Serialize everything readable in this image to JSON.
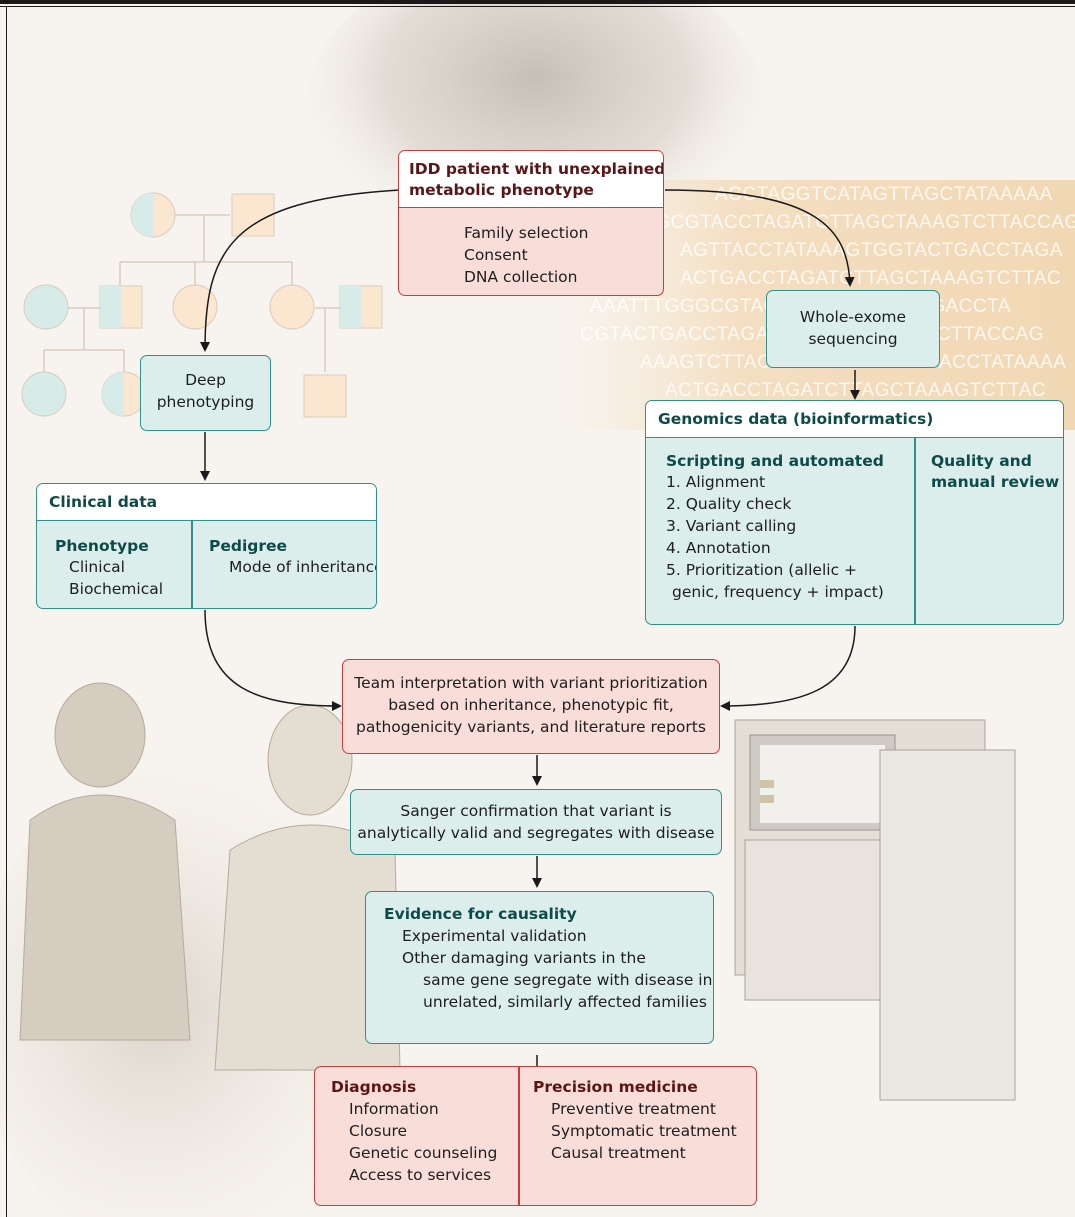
{
  "patient_box": {
    "title_line1": "IDD patient with unexplained",
    "title_line2": "metabolic phenotype",
    "items": [
      "Family selection",
      "Consent",
      "DNA collection"
    ]
  },
  "whole_exome": {
    "line1": "Whole-exome",
    "line2": "sequencing"
  },
  "deep_phenotyping": {
    "line1": "Deep",
    "line2": "phenotyping"
  },
  "genomics": {
    "title": "Genomics data (bioinformatics)",
    "scripting_title": "Scripting and automated",
    "steps": [
      "1. Alignment",
      "2. Quality check",
      "3. Variant calling",
      "4. Annotation",
      "5. Prioritization (allelic +",
      " genic, frequency + impact)"
    ],
    "quality_line1": "Quality and",
    "quality_line2": "manual review"
  },
  "clinical": {
    "title": "Clinical data",
    "phenotype_title": "Phenotype",
    "phenotype_items": [
      "Clinical",
      "Biochemical"
    ],
    "pedigree_title": "Pedigree",
    "pedigree_items": [
      "Mode of inheritance"
    ]
  },
  "team": {
    "line1": "Team interpretation with variant prioritization",
    "line2": "based on inheritance, phenotypic fit,",
    "line3": "pathogenicity variants, and literature reports"
  },
  "sanger": {
    "line1": "Sanger confirmation that variant is",
    "line2": "analytically valid and segregates with disease"
  },
  "evidence": {
    "title": "Evidence for causality",
    "item1": "Experimental validation",
    "item2_line1": "Other damaging variants in the",
    "item2_line2": "same gene segregate with disease in",
    "item2_line3": "unrelated, similarly affected families"
  },
  "diagnosis": {
    "title": "Diagnosis",
    "items": [
      "Information",
      "Closure",
      "Genetic counseling",
      "Access to services"
    ]
  },
  "precision": {
    "title": "Precision medicine",
    "items": [
      "Preventive treatment",
      "Symptomatic treatment",
      "Causal treatment"
    ]
  },
  "dna_background": {
    "rows": [
      "ACCTAGGTCATAGTTAGCTATAAAAA",
      "GGCGTACCTAGATCTTAGCTAAAGTCTTACCAG",
      "AGTTACCTATAAAGTGGTACTGACCTAGA",
      "ACTGACCTAGATCTTAGCTAAAGTCTTAC",
      "AAATTTGGGCGTACCTATAAAGTACTGACCTA",
      "CGTACTGACCTAGATCTTAGCTAAAGTCTTACCAG",
      "AAAGTCTTACCTAGATCTTAGCTACCTATAAAA",
      "ACTGACCTAGATCTTAGCTAAAGTCTTAC"
    ]
  },
  "colors": {
    "teal": "#2f9189",
    "red": "#cf3a3c",
    "teal_fill": "#dbeeeb",
    "red_fill": "#f9ddd8"
  }
}
